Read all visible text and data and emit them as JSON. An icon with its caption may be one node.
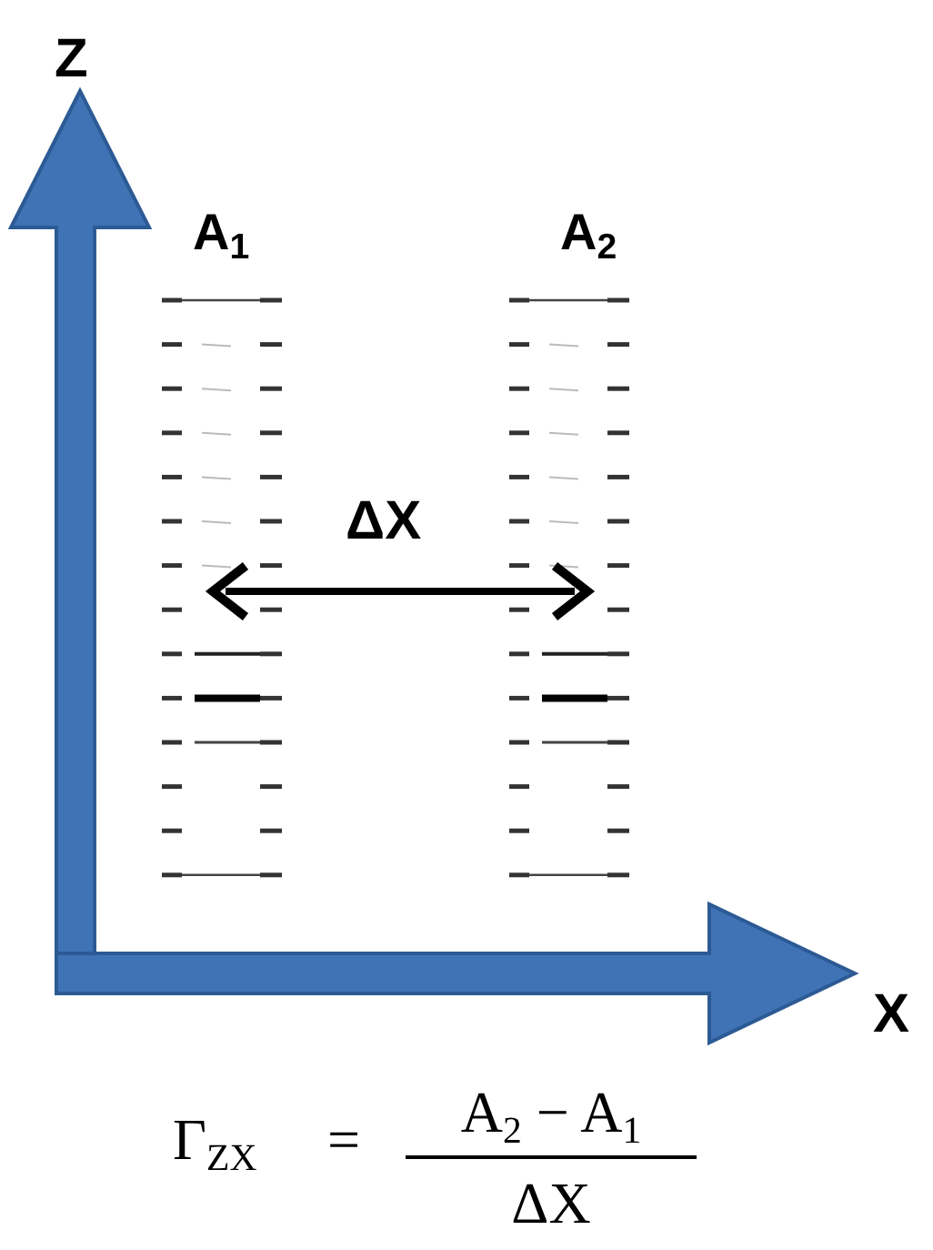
{
  "diagram": {
    "labels": [
      "Z",
      "A$_{1}$",
      "A$_{2}$",
      "ΔX",
      "X",
      "Γ$_{ZX}$",
      "=",
      "A$_{2}$ − A$_{1}$",
      "ΔX"
    ]
  }
}
